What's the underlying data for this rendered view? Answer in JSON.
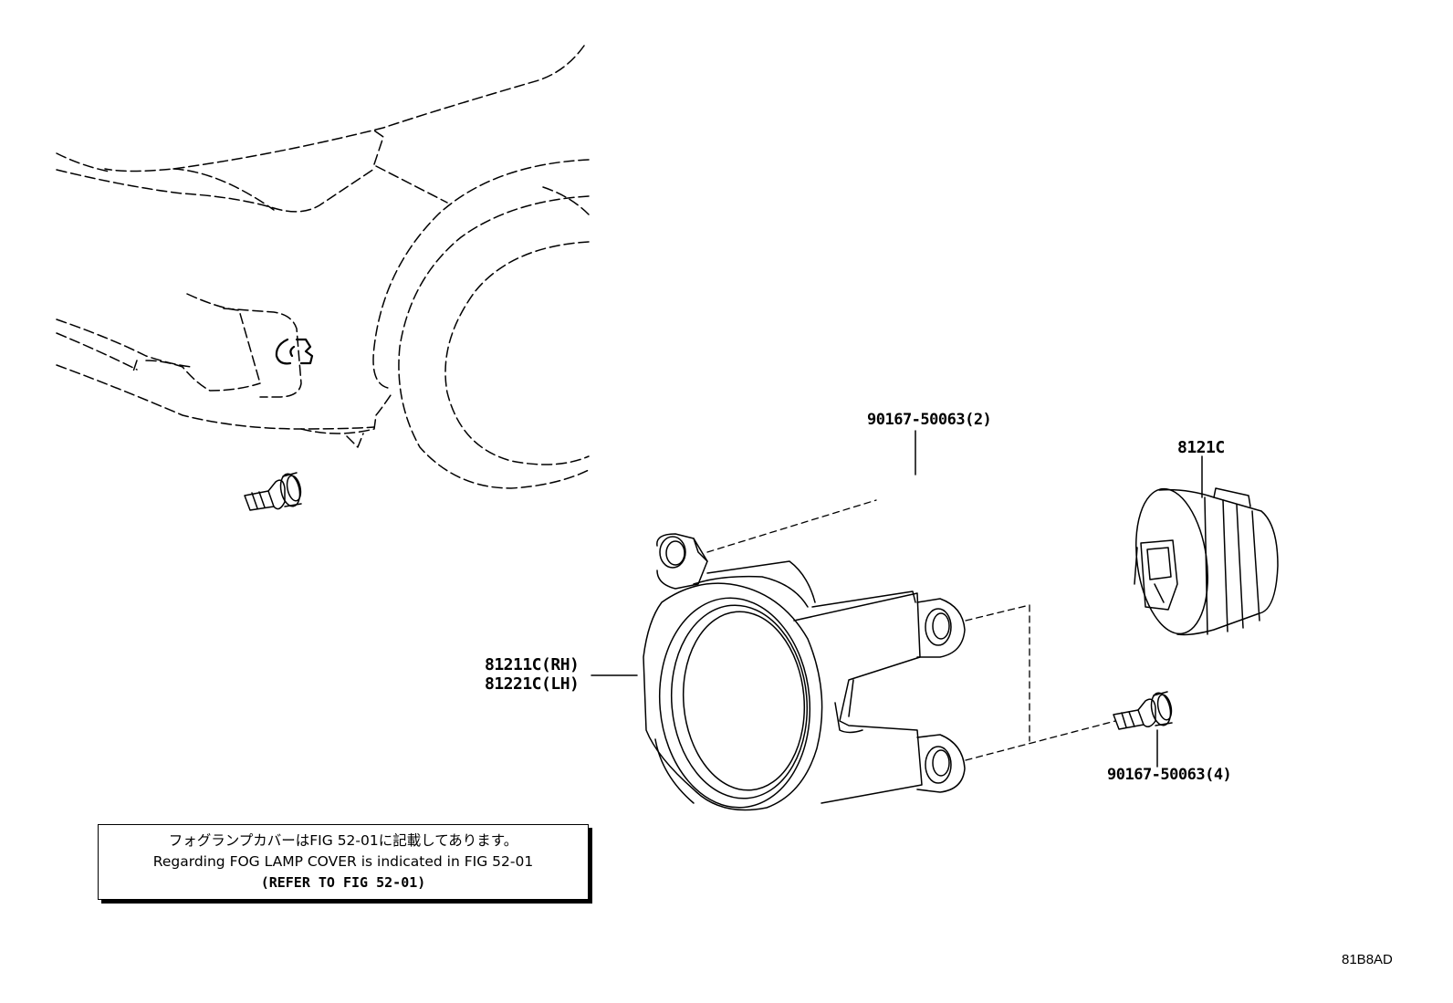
{
  "labels": {
    "bolt_upper": "90167-50063(2)",
    "bulb": "8121C",
    "lamp_rh": "81211C(RH)",
    "lamp_lh": "81221C(LH)",
    "bolt_lower": "90167-50063(4)"
  },
  "note": {
    "line_jp": "フォグランプカバーはFIG 52-01に記載してあります。",
    "line_en": "Regarding FOG LAMP COVER is indicated in FIG 52-01",
    "line_ref": "(REFER TO FIG 52-01)"
  },
  "illustration_code": "81B8AD"
}
